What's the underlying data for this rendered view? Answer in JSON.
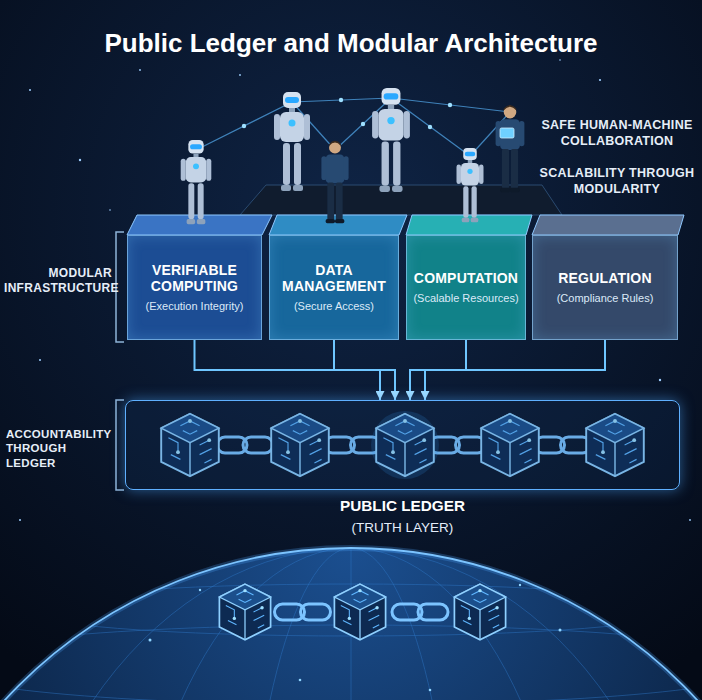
{
  "diagram": {
    "title": "Public Ledger and Modular Architecture",
    "nodes": [
      {
        "text": [
          "VERIFIABLE COMPUTING",
          "(Execution Integrity)"
        ]
      },
      {
        "text": [
          "DATA MANAGEMENT",
          "(Secure Access)"
        ]
      },
      {
        "text": [
          "COMPUTATION",
          "(Scalable Resources)"
        ]
      },
      {
        "text": [
          "REGULATION",
          "(Compliance Rules)"
        ]
      },
      {
        "text": [
          "PUBLIC LEDGER",
          "(TRUTH LAYER)"
        ]
      }
    ],
    "edges": [
      {
        "from": 0,
        "to": 4,
        "arrow": "to"
      },
      {
        "from": 1,
        "to": 4,
        "arrow": "to"
      },
      {
        "from": 2,
        "to": 4,
        "arrow": "to"
      },
      {
        "from": 3,
        "to": 4,
        "arrow": "to"
      }
    ],
    "labels": [
      "SAFE HUMAN-MACHINE COLLABORATION",
      "SCALABILITY THROUGH MODULARITY",
      "MODULAR INFRASTRUCTURE",
      "ACCOUNTABILITY THROUGH LEDGER"
    ]
  }
}
